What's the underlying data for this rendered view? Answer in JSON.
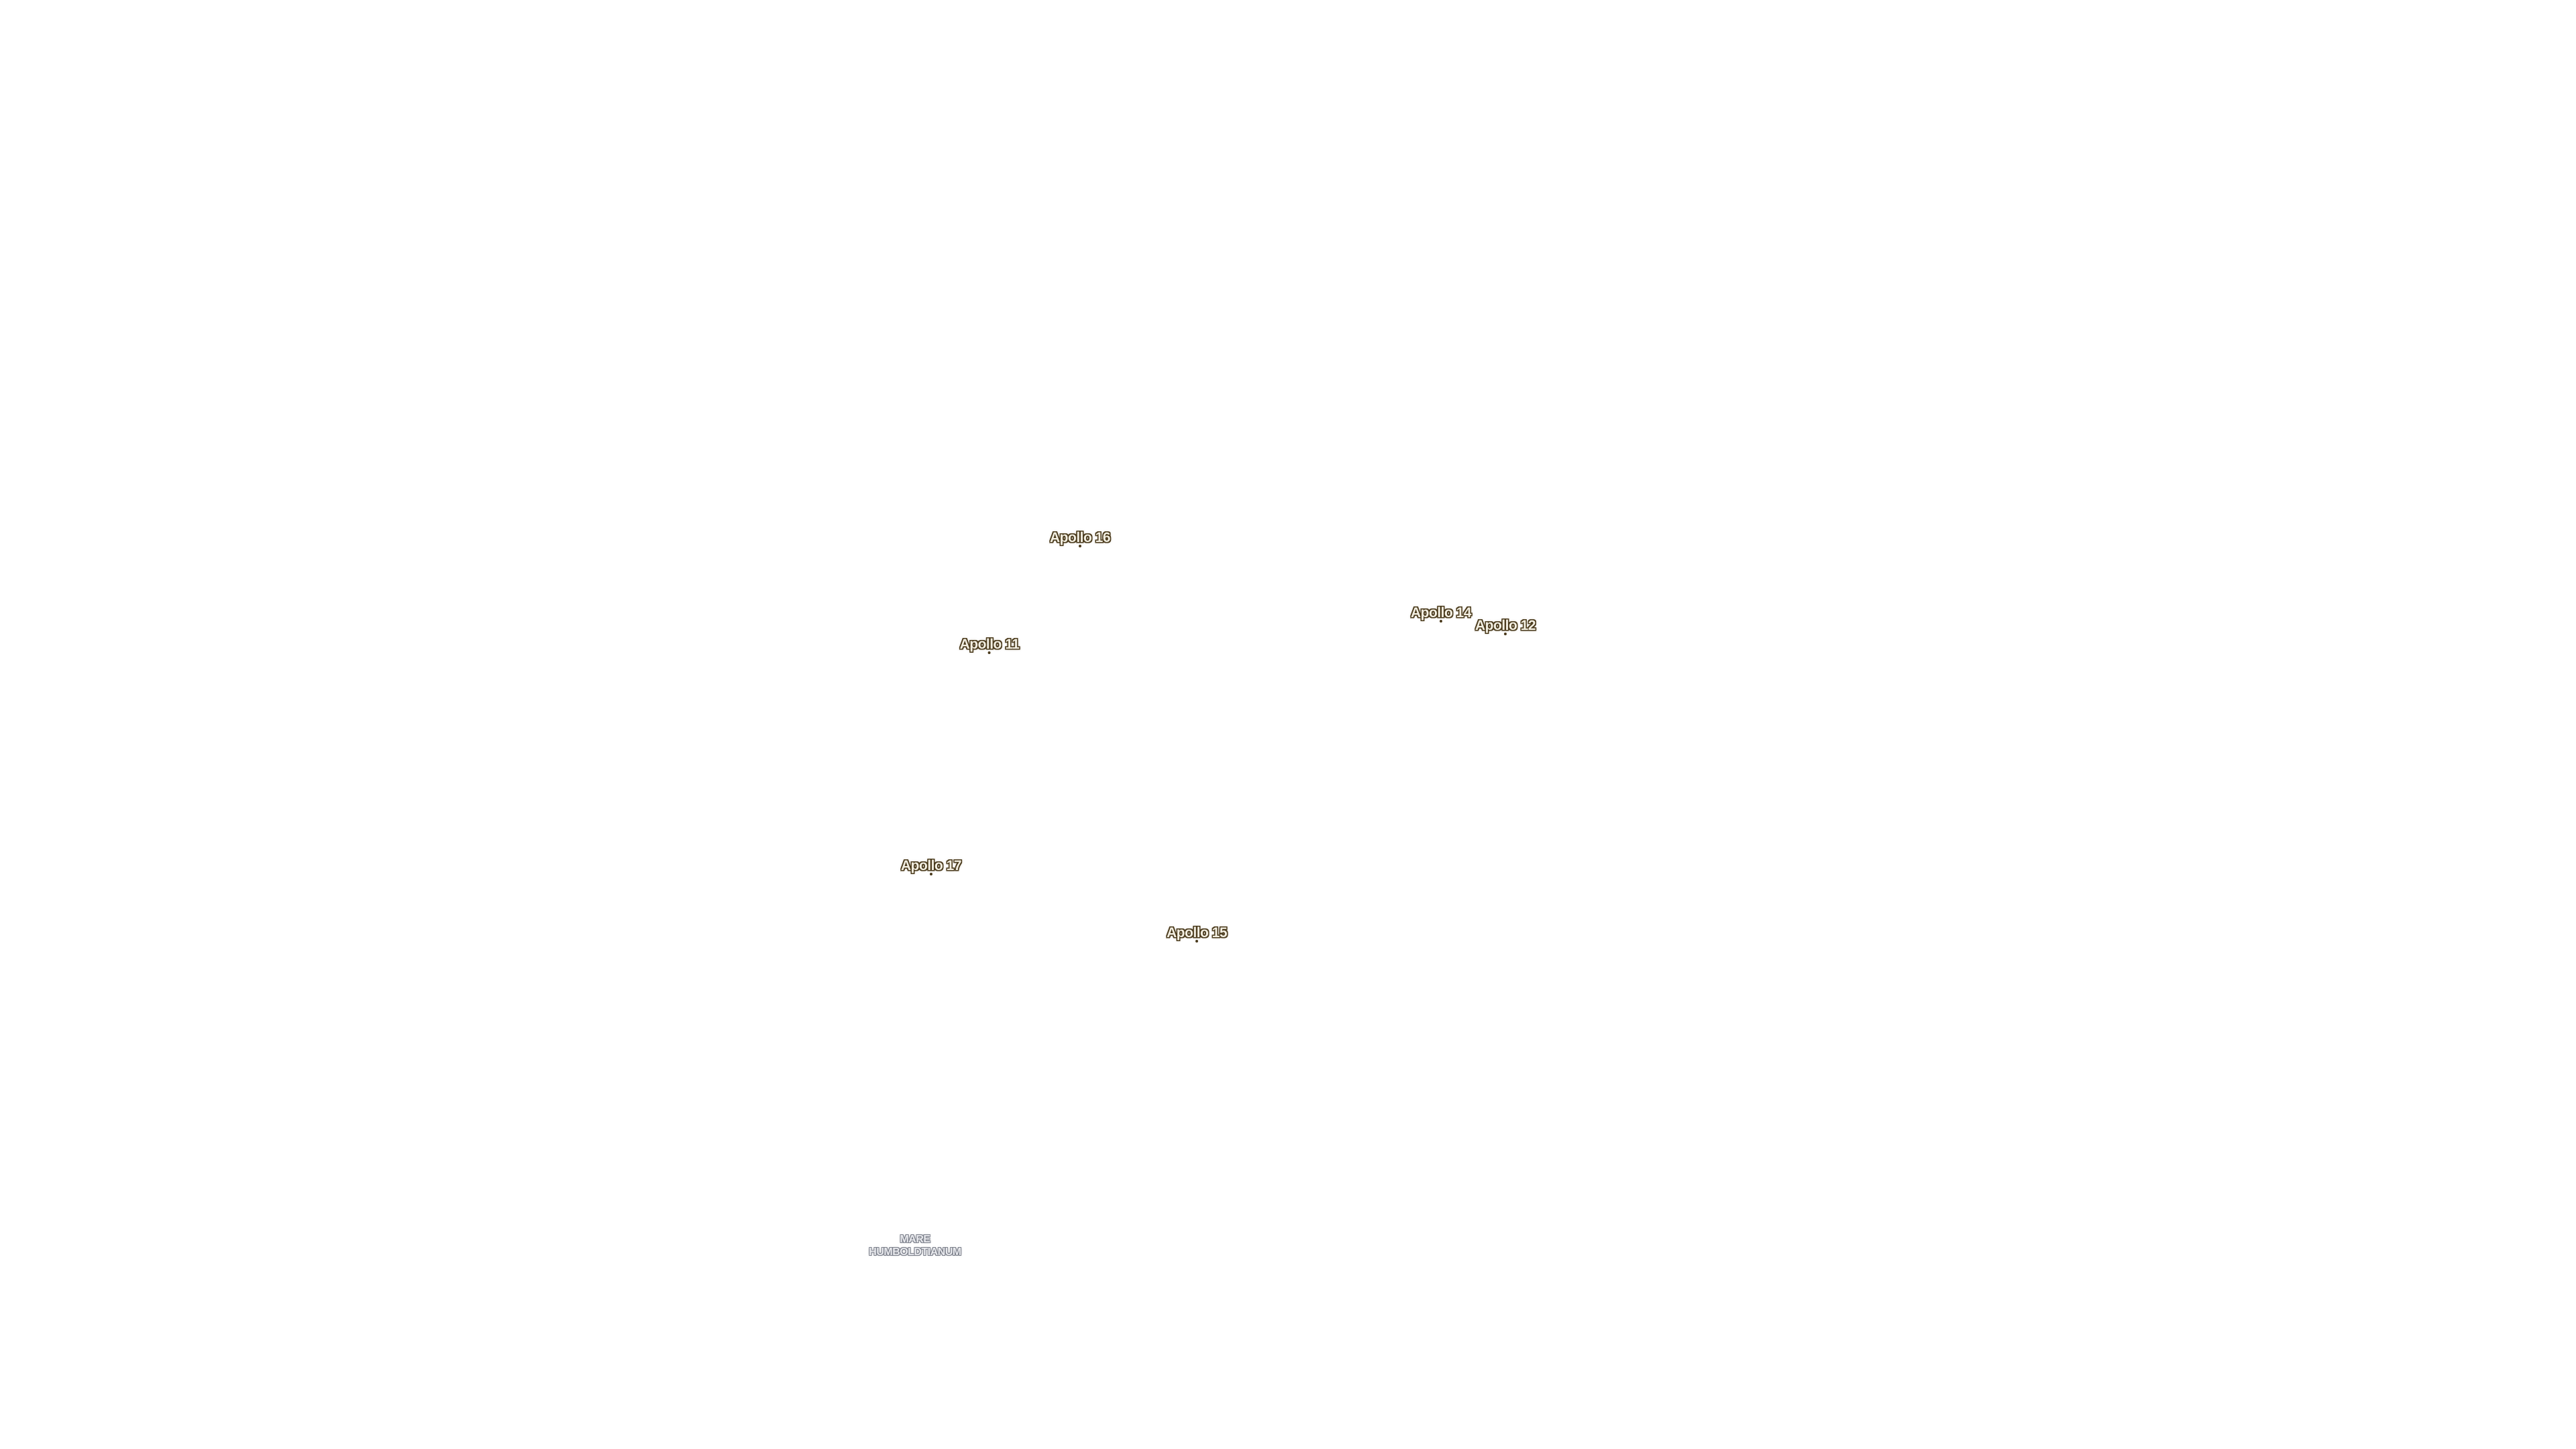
{
  "map": {
    "landing_sites": [
      {
        "id": "apollo-16",
        "label": "Apollo 16"
      },
      {
        "id": "apollo-14",
        "label": "Apollo 14"
      },
      {
        "id": "apollo-12",
        "label": "Apollo 12"
      },
      {
        "id": "apollo-11",
        "label": "Apollo 11"
      },
      {
        "id": "apollo-17",
        "label": "Apollo 17"
      },
      {
        "id": "apollo-15",
        "label": "Apollo 15"
      }
    ],
    "regions": [
      {
        "id": "mare-humboldtianum",
        "lines": [
          "MARE",
          "HUMBOLDTIANUM"
        ]
      }
    ],
    "colors": {
      "background": "#ffffff",
      "site_label_fill": "#f3efe2",
      "site_label_outline": "#4a3a1c",
      "region_label_fill": "#e9eaee",
      "region_label_outline": "#7b7f8a"
    }
  }
}
